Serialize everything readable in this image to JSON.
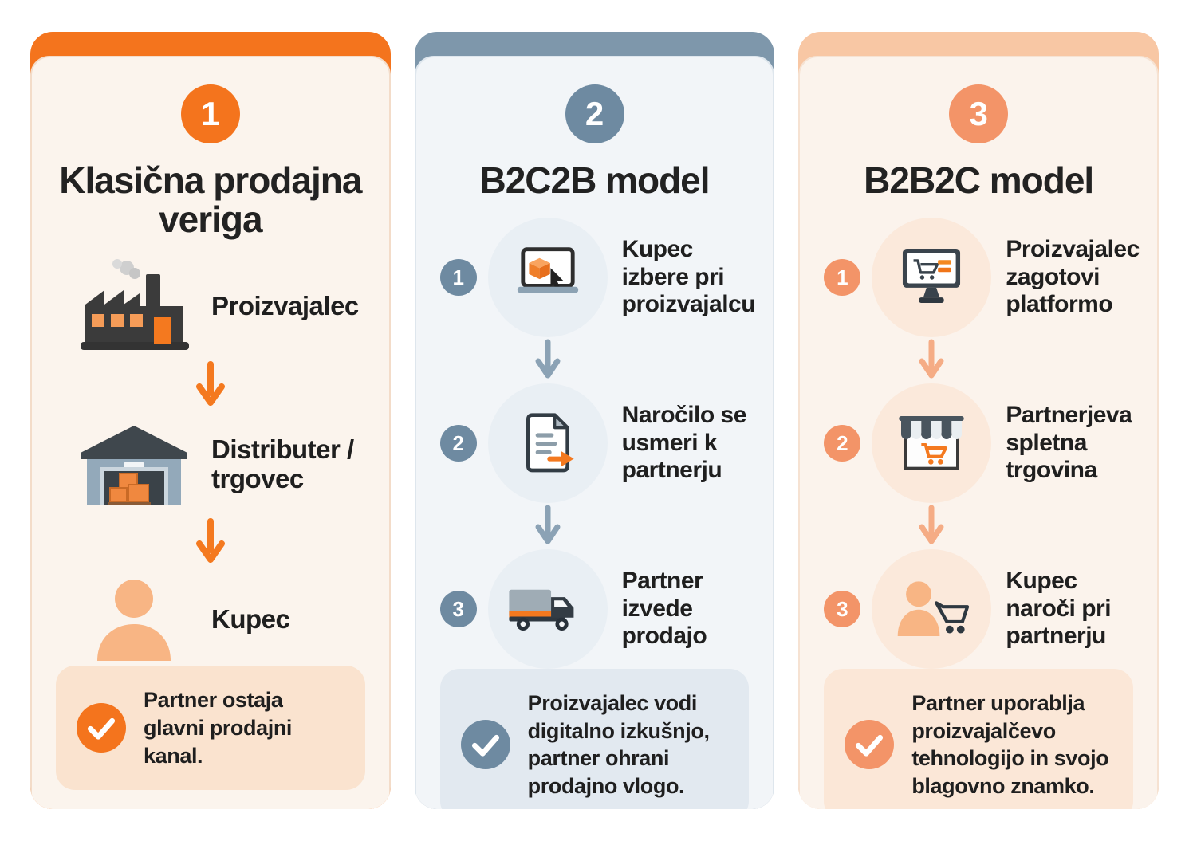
{
  "columns": [
    {
      "badge": "1",
      "title": "Klasična prodajna veriga",
      "colors": {
        "bar": "#F4741D",
        "accent": "#F4741D",
        "bg": "#FBF4ED",
        "note": "#FAE3CF",
        "circle": "#FAE8D8",
        "arrow": "#F4791F",
        "border": "#F3DCC9"
      },
      "steps": [
        {
          "icon": "factory-icon",
          "label": "Proizvajalec"
        },
        {
          "icon": "warehouse-icon",
          "label": "Distributer / trgovec"
        },
        {
          "icon": "person-icon",
          "label": "Kupec"
        }
      ],
      "note": "Partner ostaja glavni prodajni kanal."
    },
    {
      "badge": "2",
      "title": "B2C2B model",
      "colors": {
        "bar": "#7E97AB",
        "accent": "#6E8AA1",
        "bg": "#F2F5F8",
        "note": "#E2E9F0",
        "circle": "#E9EFF4",
        "arrow": "#8BA2B5",
        "border": "#DEE6ED"
      },
      "steps": [
        {
          "num": "1",
          "icon": "laptop-cursor-icon",
          "label": "Kupec izbere pri proizvajalcu"
        },
        {
          "num": "2",
          "icon": "order-document-icon",
          "label": "Naročilo se usmeri k partnerju"
        },
        {
          "num": "3",
          "icon": "delivery-truck-icon",
          "label": "Partner izvede prodajo"
        }
      ],
      "note": "Proizvajalec vodi digitalno izkušnjo, partner ohrani prodajno vlogo."
    },
    {
      "badge": "3",
      "title": "B2B2C model",
      "colors": {
        "bar": "#F8C7A4",
        "accent": "#F39468",
        "bg": "#FBF3EC",
        "note": "#FBE7D7",
        "circle": "#FBE9DB",
        "arrow": "#F5AC85",
        "border": "#F6E2D2"
      },
      "steps": [
        {
          "num": "1",
          "icon": "monitor-cart-icon",
          "label": "Proizvajalec zagotovi platformo"
        },
        {
          "num": "2",
          "icon": "storefront-icon",
          "label": "Partnerjeva spletna trgovina"
        },
        {
          "num": "3",
          "icon": "person-cart-icon",
          "label": "Kupec naroči pri partnerju"
        }
      ],
      "note": "Partner uporablja proizvajalčevo tehnologijo in svojo blagovno znamko."
    }
  ]
}
